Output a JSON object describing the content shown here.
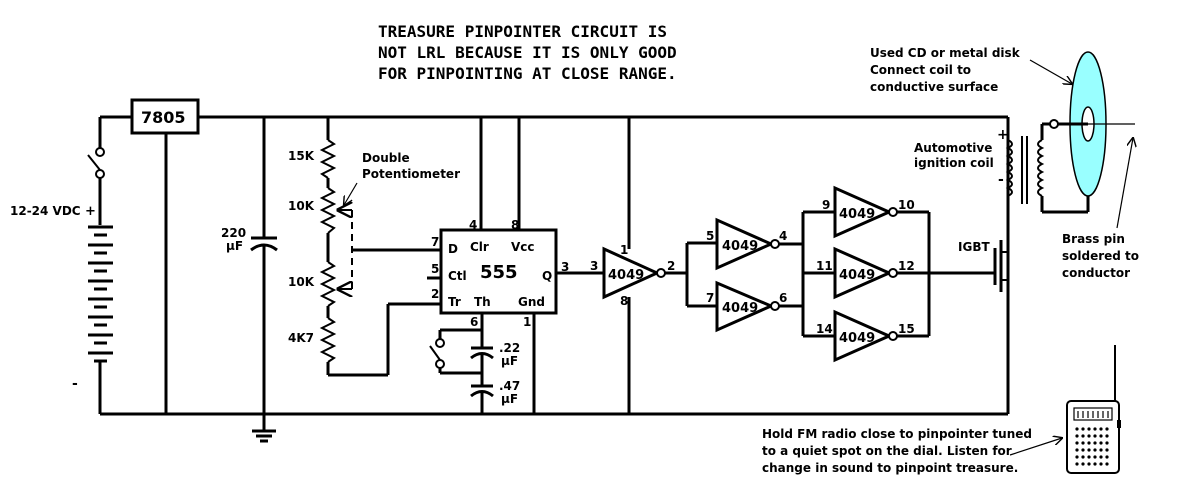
{
  "title_lines": [
    "TREASURE PINPOINTER CIRCUIT IS",
    "NOT LRL BECAUSE IT IS ONLY GOOD",
    "FOR PINPOINTING AT CLOSE RANGE."
  ],
  "regulator": "7805",
  "supply": {
    "label": "12-24 VDC",
    "plus": "+",
    "minus": "-"
  },
  "capacitor_main": {
    "value": "220",
    "unit": "µF"
  },
  "resistors": [
    "15K",
    "10K",
    "10K",
    "4K7"
  ],
  "double_pot": [
    "Double",
    "Potentiometer"
  ],
  "timer": {
    "name": "555",
    "pins": {
      "d": "D",
      "ctl": "Ctl",
      "tr": "Tr",
      "clr": "Clr",
      "vcc": "Vcc",
      "th": "Th",
      "gnd": "Gnd",
      "q": "Q"
    },
    "pin_numbers": {
      "p7": "7",
      "p5": "5",
      "p2": "2",
      "p4": "4",
      "p8": "8",
      "p6": "6",
      "p1": "1",
      "p3": "3"
    }
  },
  "timing_caps": [
    {
      "value": ".22",
      "unit": "µF"
    },
    {
      "value": ".47",
      "unit": "µF"
    }
  ],
  "inverters": [
    {
      "label": "4049",
      "in": "3",
      "out": "2"
    },
    {
      "label": "4049",
      "in": "5",
      "out": "4"
    },
    {
      "label": "4049",
      "in": "7",
      "out": "6"
    },
    {
      "label": "4049",
      "in": "9",
      "out": "10"
    },
    {
      "label": "4049",
      "in": "11",
      "out": "12"
    },
    {
      "label": "4049",
      "in": "14",
      "out": "15"
    }
  ],
  "inverter_supply_pins": {
    "vdd": "1",
    "vss": "8"
  },
  "igbt": "IGBT",
  "coil": {
    "line1": "Automotive",
    "line2": "ignition coil",
    "plus": "+",
    "minus": "-"
  },
  "disk_note": [
    "Used CD or metal disk",
    "Connect coil to",
    "conductive surface"
  ],
  "pin_note": [
    "Brass pin",
    "soldered to",
    "conductor"
  ],
  "radio_note": [
    "Hold FM radio close to pinpointer tuned",
    "to a quiet spot on the dial. Listen for",
    "change in sound to pinpoint treasure."
  ],
  "colors": {
    "disk": "#99ffff",
    "wire": "#000000",
    "background": "#ffffff"
  }
}
